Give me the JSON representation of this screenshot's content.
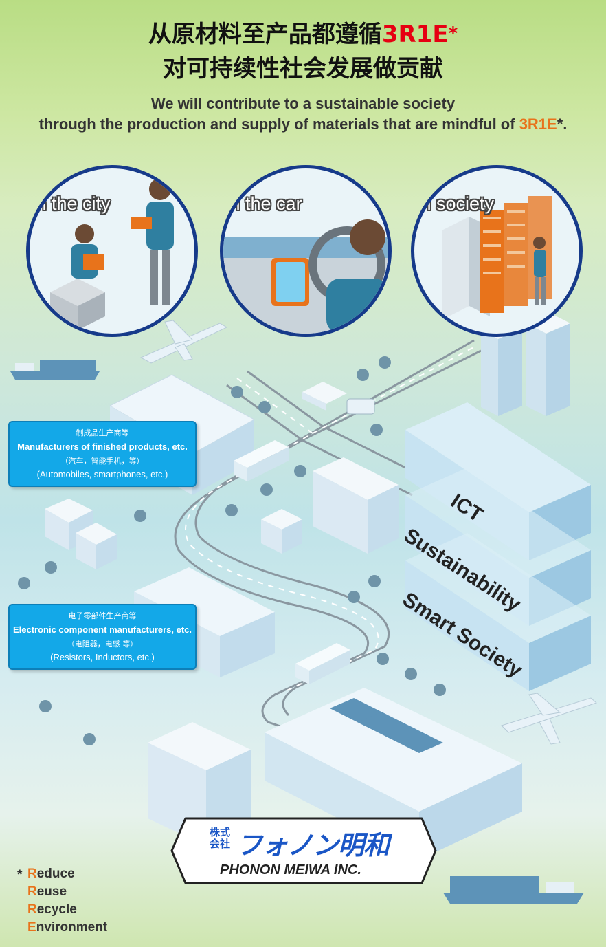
{
  "header": {
    "title_line1_pre": "从原材料至产品都遵循",
    "title_line1_accent": "3R1E",
    "title_line1_star": "*",
    "title_line2": "对可持续性社会发展做贡献",
    "subtitle_line1": "We will contribute to a sustainable society",
    "subtitle_line2_pre": "through the production and supply of materials that are mindful of ",
    "subtitle_line2_accent": "3R1E",
    "subtitle_line2_post": "*."
  },
  "scenes": [
    {
      "label": "In the city"
    },
    {
      "label": "In the car"
    },
    {
      "label": "In society"
    }
  ],
  "boxes": {
    "finished": {
      "cn_title": "制成品生产商等",
      "en_title": "Manufacturers of finished products, etc.",
      "cn_examples": "（汽车，智能手机，等）",
      "en_examples": "(Automobiles, smartphones, etc.)"
    },
    "components": {
      "cn_title": "电子零部件生产商等",
      "en_title": "Electronic component manufacturers, etc.",
      "cn_examples": "（电阻器，电感 等）",
      "en_examples": "(Resistors, Inductors, etc.)"
    }
  },
  "stack": {
    "ict": "ICT",
    "sustainability": "Sustainability",
    "smart_society": "Smart Society"
  },
  "logo": {
    "kaisha_line1": "株式",
    "kaisha_line2": "会社",
    "kana_name": "フォノン明和",
    "en_name": "PHONON MEIWA INC."
  },
  "legend": {
    "star": "*",
    "items": [
      {
        "first": "R",
        "rest": "educe"
      },
      {
        "first": "R",
        "rest": "euse"
      },
      {
        "first": "R",
        "rest": "ecycle"
      },
      {
        "first": "E",
        "rest": "nvironment"
      }
    ]
  },
  "colors": {
    "accent_red": "#e60012",
    "accent_orange": "#e8731b",
    "box_blue": "#13a8e8",
    "circle_border": "#163a8a",
    "logo_blue": "#1a56c6"
  }
}
